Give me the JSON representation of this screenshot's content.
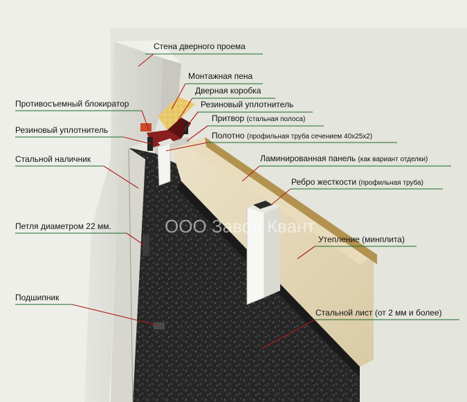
{
  "watermark": "ООО Завод Квант",
  "colors": {
    "leader": "#b01818",
    "underline": "#1a6a2a",
    "wall": "#dcdcd6",
    "panel": "#e4d7b8",
    "steel": "#2b2b2b",
    "edge": "#b3924f"
  },
  "labels": {
    "wall_opening": "Стена дверного проема",
    "mounting_foam": "Монтажная пена",
    "door_frame": "Дверная коробка",
    "rubber_seal_right": "Резиновый уплотнитель",
    "door_stop": "Притвор",
    "door_stop_note": "(стальная полоса)",
    "leaf": "Полотно",
    "leaf_note": "(профильная труба сечением 40х25х2)",
    "laminated_panel": "Ламинированная панель",
    "laminated_panel_note": "(как вариант отделки)",
    "stiffener": "Ребро жесткости",
    "stiffener_note": "(профильная труба)",
    "insulation": "Утепление (минплита)",
    "steel_sheet": "Стальной лист (от 2 мм и более)",
    "anti_removal": "Противосъемный блокиратор",
    "rubber_seal_left": "Резиновый уплотнитель",
    "steel_trim": "Стальной наличник",
    "hinge": "Петля диаметром 22 мм.",
    "bearing": "Подшипник"
  }
}
